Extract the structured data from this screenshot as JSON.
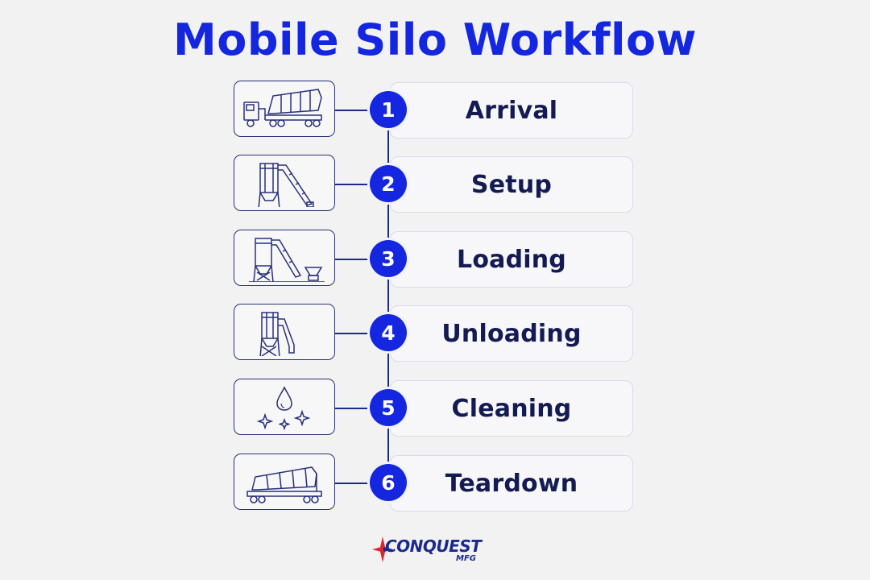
{
  "title": "Mobile Silo Workflow",
  "steps": [
    {
      "number": "1",
      "label": "Arrival",
      "icon": "silo-truck-icon"
    },
    {
      "number": "2",
      "label": "Setup",
      "icon": "silo-conveyor-icon"
    },
    {
      "number": "3",
      "label": "Loading",
      "icon": "silo-loading-icon"
    },
    {
      "number": "4",
      "label": "Unloading",
      "icon": "silo-unloading-icon"
    },
    {
      "number": "5",
      "label": "Cleaning",
      "icon": "water-drop-sparkle-icon"
    },
    {
      "number": "6",
      "label": "Teardown",
      "icon": "silo-trailer-icon"
    }
  ],
  "logo": {
    "brand": "CONQUEST",
    "sub": "MFG"
  },
  "colors": {
    "accent": "#1426e0",
    "navy": "#141b52",
    "logo_red": "#e0242c"
  }
}
